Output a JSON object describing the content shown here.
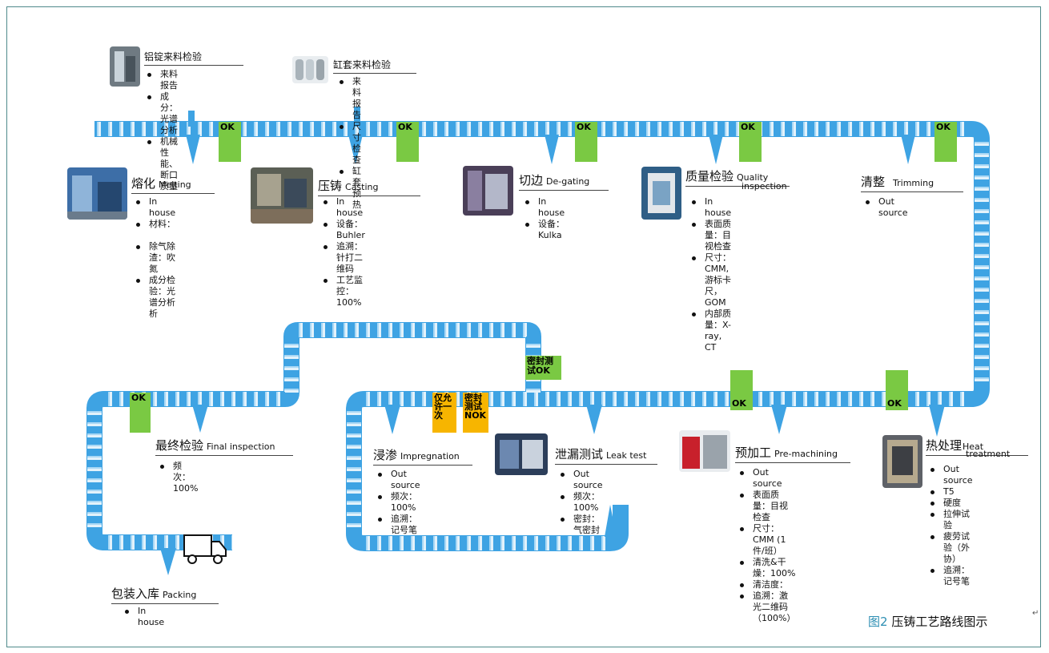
{
  "caption": {
    "fig_num": "图2",
    "fig_title": "压铸工艺路线图示",
    "return_mark": "↵"
  },
  "colors": {
    "path_blue": "#3ea3e3",
    "path_light": "#e3f2fb",
    "ok_green": "#7ac943",
    "warn_orange": "#f7b500",
    "frame": "#4f8a8b",
    "caption_blue": "#2e8fb3"
  },
  "icons": {
    "thumbnails": "photo-thumbnail",
    "packing_thumbnail": "truck-icon",
    "bullets": "bullet-dot"
  },
  "incoming": {
    "ingot": {
      "title": "铝锭来料检验",
      "items": [
        "来料报告",
        "成分：光谱分析",
        "机械性能、断口质量"
      ]
    },
    "liner": {
      "title": "缸套来料检验",
      "items": [
        "来料报告",
        "尺寸检查",
        "缸套预热"
      ]
    }
  },
  "steps": {
    "melting": {
      "zh": "熔化",
      "en": "Melting",
      "items": [
        "In house",
        "材料：",
        "",
        "除气除渣：吹氮",
        "成分检验：光谱分析"
      ],
      "item_wrap": "析"
    },
    "casting": {
      "zh": "压铸",
      "en": "Casting",
      "items": [
        "In house",
        "设备：Buhler",
        "追溯：针打二维码",
        "工艺监控：100%"
      ]
    },
    "degating": {
      "zh": "切边",
      "en": "De-gating",
      "items": [
        "In house",
        "设备：Kulka"
      ]
    },
    "quality": {
      "zh": "质量检验",
      "en_1": "Quality",
      "en_2": "inspection",
      "items": [
        "In house",
        "表面质量：目视检查",
        "尺寸：CMM, 游标卡",
        "内部质量：X-ray, CT"
      ],
      "item_wrap": "尺，GOM"
    },
    "trimming": {
      "zh": "清整",
      "en": "Trimming",
      "items": [
        "Out source"
      ]
    },
    "heat": {
      "zh": "热处理",
      "en_1": "Heat",
      "en_2": "treatment",
      "items": [
        "Out source",
        "T5",
        "硬度",
        "拉伸试验",
        "疲劳试验（外协）",
        "追溯：记号笔"
      ]
    },
    "premachining": {
      "zh": "预加工",
      "en": "Pre-machining",
      "items": [
        "Out source",
        "表面质量：目视检查",
        "尺寸：CMM (1件/班）",
        "清洗&干燥：100%",
        "清洁度：",
        "追溯：激光二维码（100%）"
      ]
    },
    "leak": {
      "zh": "泄漏测试",
      "en": "Leak test",
      "items": [
        "Out source",
        "频次：100%",
        "密封：气密封"
      ]
    },
    "impregnation": {
      "zh": "浸渗",
      "en": "Impregnation",
      "items": [
        "Out source",
        "频次：100%",
        "追溯：记号笔"
      ]
    },
    "final": {
      "zh": "最终检验",
      "en": "Final inspection",
      "items": [
        "频次：100%"
      ]
    },
    "packing": {
      "zh": "包装入库",
      "en": "Packing",
      "items": [
        "In house"
      ]
    }
  },
  "badges": {
    "ok": "OK",
    "seal_ok": "密封测\n试OK",
    "once_only": "仅允\n许一\n次",
    "seal_nok": "密封\n测试\nNOK"
  }
}
